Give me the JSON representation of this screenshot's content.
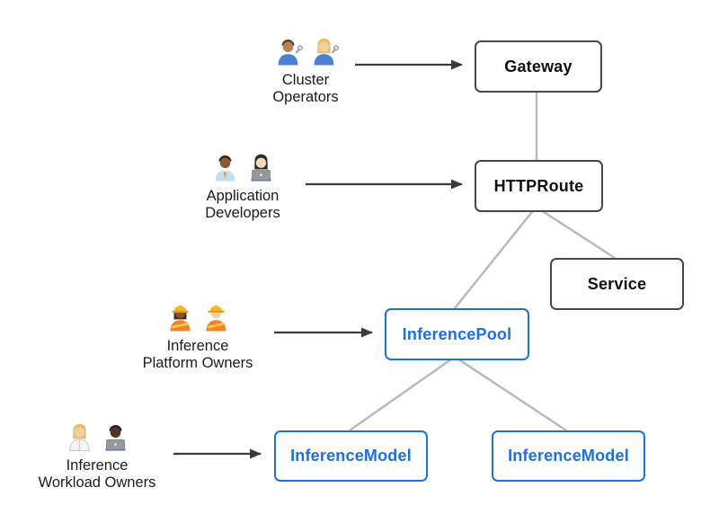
{
  "colors": {
    "background": "#ffffff",
    "node_border_dark": "#474747",
    "node_text_dark": "#111111",
    "accent_blue": "#1a6ef0",
    "connector_gray": "#b9b9b9",
    "arrow_dark": "#3b3b3b"
  },
  "nodes": {
    "gateway": {
      "label": "Gateway",
      "style": "dark"
    },
    "httproute": {
      "label": "HTTPRoute",
      "style": "dark"
    },
    "service": {
      "label": "Service",
      "style": "dark"
    },
    "inference_pool": {
      "label": "InferencePool",
      "style": "blue"
    },
    "inference_model_left": {
      "label": "InferenceModel",
      "style": "blue"
    },
    "inference_model_right": {
      "label": "InferenceModel",
      "style": "blue"
    }
  },
  "actors": {
    "cluster_operators": {
      "label": "Cluster\nOperators",
      "emoji": "👨🏽‍🔧 👩🏼‍🔧",
      "icon": "mechanics-pair-icon"
    },
    "application_developers": {
      "label": "Application\nDevelopers",
      "emoji": "👨🏾‍💼 👩🏻‍💻",
      "icon": "developers-pair-icon"
    },
    "inference_platform_owners": {
      "label": "Inference\nPlatform Owners",
      "emoji": "👷🏾‍♀️ 👷🏻‍♂️",
      "icon": "construction-workers-pair-icon"
    },
    "inference_workload_owners": {
      "label": "Inference\nWorkload Owners",
      "emoji": "🧑🏼‍⚕️ 👨🏿‍💻",
      "icon": "workload-owners-pair-icon"
    }
  },
  "edges": [
    {
      "from": "Gateway",
      "to": "HTTPRoute"
    },
    {
      "from": "HTTPRoute",
      "to": "InferencePool"
    },
    {
      "from": "HTTPRoute",
      "to": "Service"
    },
    {
      "from": "InferencePool",
      "to": "InferenceModel (left)"
    },
    {
      "from": "InferencePool",
      "to": "InferenceModel (right)"
    }
  ],
  "actor_arrows": [
    {
      "from": "Cluster Operators",
      "to": "Gateway"
    },
    {
      "from": "Application Developers",
      "to": "HTTPRoute"
    },
    {
      "from": "Inference Platform Owners",
      "to": "InferencePool"
    },
    {
      "from": "Inference Workload Owners",
      "to": "InferenceModel (left)"
    }
  ]
}
